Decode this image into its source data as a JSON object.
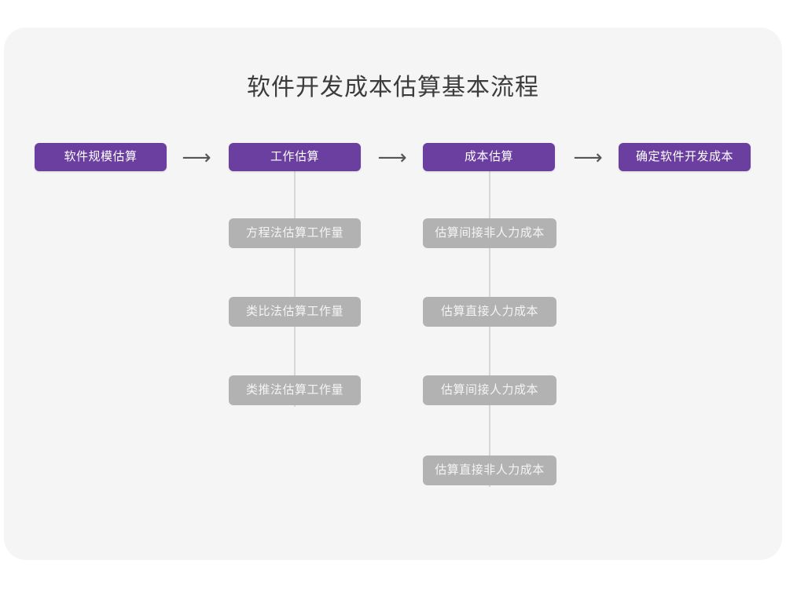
{
  "diagram": {
    "title": "软件开发成本估算基本流程",
    "arrow_glyph": "⟶",
    "colors": {
      "primary": "#6b3fa0",
      "secondary": "#b2b2b2",
      "canvas": "#f5f5f5",
      "connector": "#d7d7d7",
      "title_text": "#3c3c3c"
    },
    "main_steps": [
      {
        "label": "软件规模估算"
      },
      {
        "label": "工作估算"
      },
      {
        "label": "成本估算"
      },
      {
        "label": "确定软件开发成本"
      }
    ],
    "arrows": [
      {
        "label": "⟶"
      },
      {
        "label": "⟶"
      },
      {
        "label": "⟶"
      }
    ],
    "effort_substeps": [
      {
        "label": "方程法估算工作量"
      },
      {
        "label": "类比法估算工作量"
      },
      {
        "label": "类推法估算工作量"
      }
    ],
    "cost_substeps": [
      {
        "label": "估算间接非人力成本"
      },
      {
        "label": "估算直接人力成本"
      },
      {
        "label": "估算间接人力成本"
      },
      {
        "label": "估算直接非人力成本"
      }
    ]
  }
}
